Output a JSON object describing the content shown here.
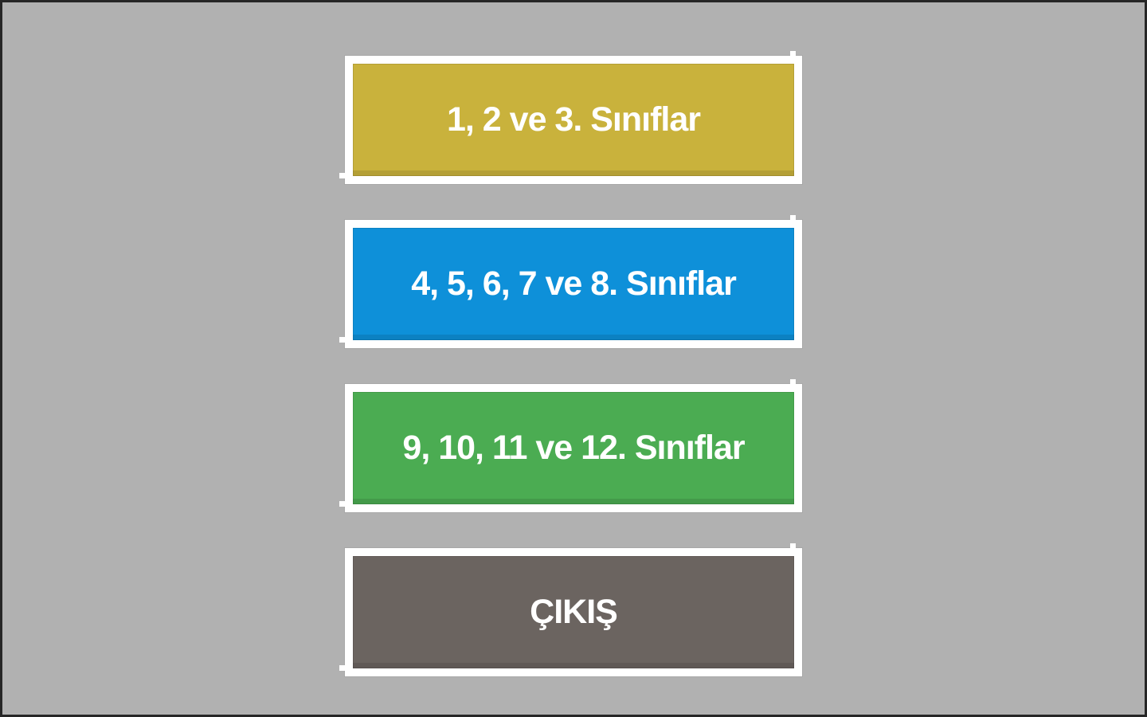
{
  "screen": {
    "background_color": "#b1b1b1",
    "border_color": "#262626"
  },
  "menu": {
    "frame_color": "#ffffff",
    "text_color": "#ffffff",
    "buttons": [
      {
        "id": "grades-1-3",
        "label": "1, 2 ve 3. Sınıflar",
        "color": "#c9b23c"
      },
      {
        "id": "grades-4-8",
        "label": "4, 5, 6, 7 ve 8. Sınıflar",
        "color": "#0e90d9"
      },
      {
        "id": "grades-9-12",
        "label": "9, 10, 11 ve 12. Sınıflar",
        "color": "#4bac52"
      },
      {
        "id": "exit",
        "label": "ÇIKIŞ",
        "color": "#6b6460"
      }
    ]
  }
}
